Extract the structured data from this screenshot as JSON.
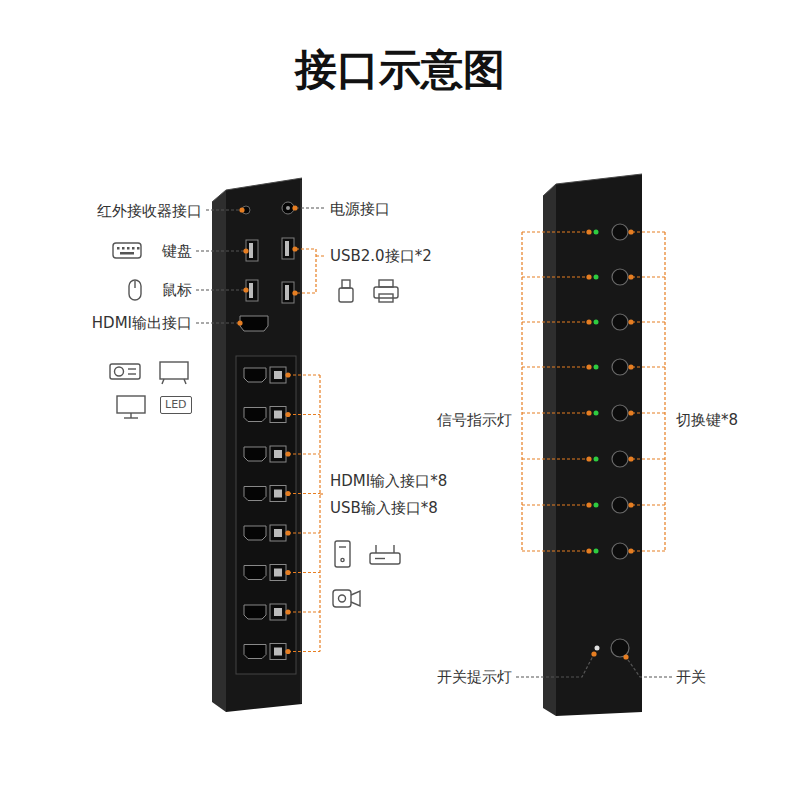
{
  "diagram": {
    "title": "接口示意图",
    "nodes": [
      {
        "text": [
          "LED"
        ]
      }
    ],
    "labels": [
      "红外接收器接口",
      "电源接口",
      "键盘",
      "USB2.0接口*2",
      "鼠标",
      "HDMI输出接口",
      "HDMI输入接口*8",
      "USB输入接口*8",
      "信号指示灯",
      "切换键*8",
      "开关提示灯",
      "开关"
    ]
  }
}
